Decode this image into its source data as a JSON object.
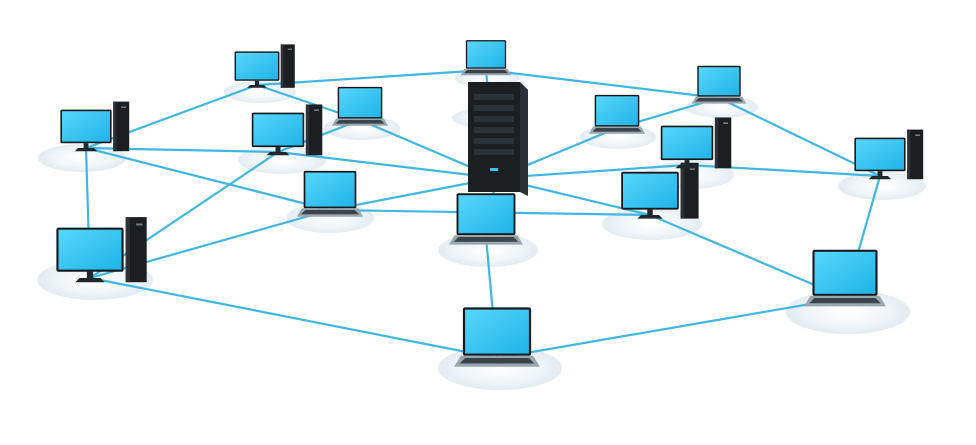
{
  "colors": {
    "link": "#3fb6e6",
    "screen": "#2fc6f4",
    "device_body": "#1b1f22",
    "platform": "#eef4f8",
    "background": "#ffffff"
  },
  "nodes": [
    {
      "id": "server",
      "icon": "server-tower-icon"
    },
    {
      "id": "d1",
      "icon": "desktop-computer-icon"
    },
    {
      "id": "l2",
      "icon": "laptop-icon"
    },
    {
      "id": "l3",
      "icon": "laptop-icon"
    },
    {
      "id": "d4",
      "icon": "desktop-computer-icon"
    },
    {
      "id": "l5",
      "icon": "laptop-icon"
    },
    {
      "id": "d6",
      "icon": "desktop-computer-icon"
    },
    {
      "id": "l7",
      "icon": "laptop-icon"
    },
    {
      "id": "d8",
      "icon": "desktop-computer-icon"
    },
    {
      "id": "l9",
      "icon": "laptop-icon"
    },
    {
      "id": "l10",
      "icon": "laptop-icon"
    },
    {
      "id": "d11",
      "icon": "desktop-computer-icon"
    },
    {
      "id": "d12",
      "icon": "desktop-computer-icon"
    },
    {
      "id": "l13",
      "icon": "laptop-icon"
    },
    {
      "id": "d14",
      "icon": "desktop-computer-icon"
    },
    {
      "id": "l15",
      "icon": "laptop-icon"
    },
    {
      "id": "d16",
      "icon": "desktop-computer-icon"
    }
  ],
  "links": [
    [
      "d1",
      "l2"
    ],
    [
      "l2",
      "d6"
    ],
    [
      "d6",
      "d8"
    ],
    [
      "d8",
      "l9"
    ],
    [
      "l9",
      "l13"
    ],
    [
      "l13",
      "d14"
    ],
    [
      "d14",
      "l15"
    ],
    [
      "l15",
      "d16"
    ],
    [
      "d16",
      "l7"
    ],
    [
      "l7",
      "l2"
    ],
    [
      "d1",
      "d4"
    ],
    [
      "d1",
      "l3"
    ],
    [
      "d4",
      "l3"
    ],
    [
      "d4",
      "d11"
    ],
    [
      "d11",
      "l15"
    ],
    [
      "l3",
      "server"
    ],
    [
      "d4",
      "server"
    ],
    [
      "l5",
      "server"
    ],
    [
      "l9",
      "server"
    ],
    [
      "d11",
      "server"
    ],
    [
      "l10",
      "server"
    ],
    [
      "d12",
      "server"
    ],
    [
      "d8",
      "server"
    ],
    [
      "d12",
      "d14"
    ],
    [
      "l10",
      "d14"
    ],
    [
      "d1",
      "server"
    ]
  ]
}
